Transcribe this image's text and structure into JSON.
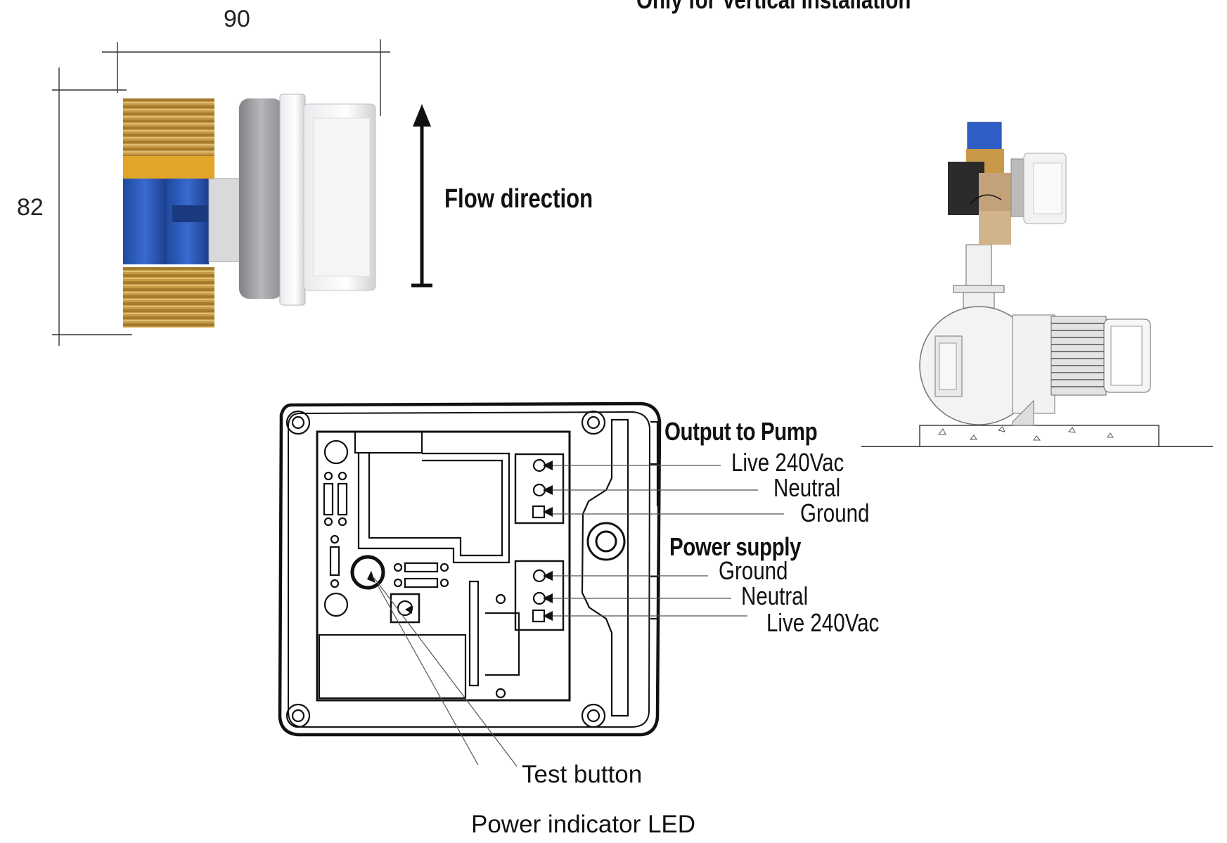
{
  "title": "Only for Vertical Installation",
  "dimensions": {
    "width": "90",
    "height": "82"
  },
  "flow_label": "Flow direction",
  "output_section": {
    "heading": "Output to Pump",
    "terminals": [
      "Live 240Vac",
      "Neutral",
      "Ground"
    ]
  },
  "power_section": {
    "heading": "Power supply",
    "terminals": [
      "Ground",
      "Neutral",
      "Live 240Vac"
    ]
  },
  "callouts": {
    "test_button": "Test button",
    "power_led": "Power indicator LED"
  },
  "colors": {
    "brass": "#c9a14a",
    "blue": "#2a55b0",
    "housing_grey": "#9a9c9f",
    "line": "#111111"
  }
}
